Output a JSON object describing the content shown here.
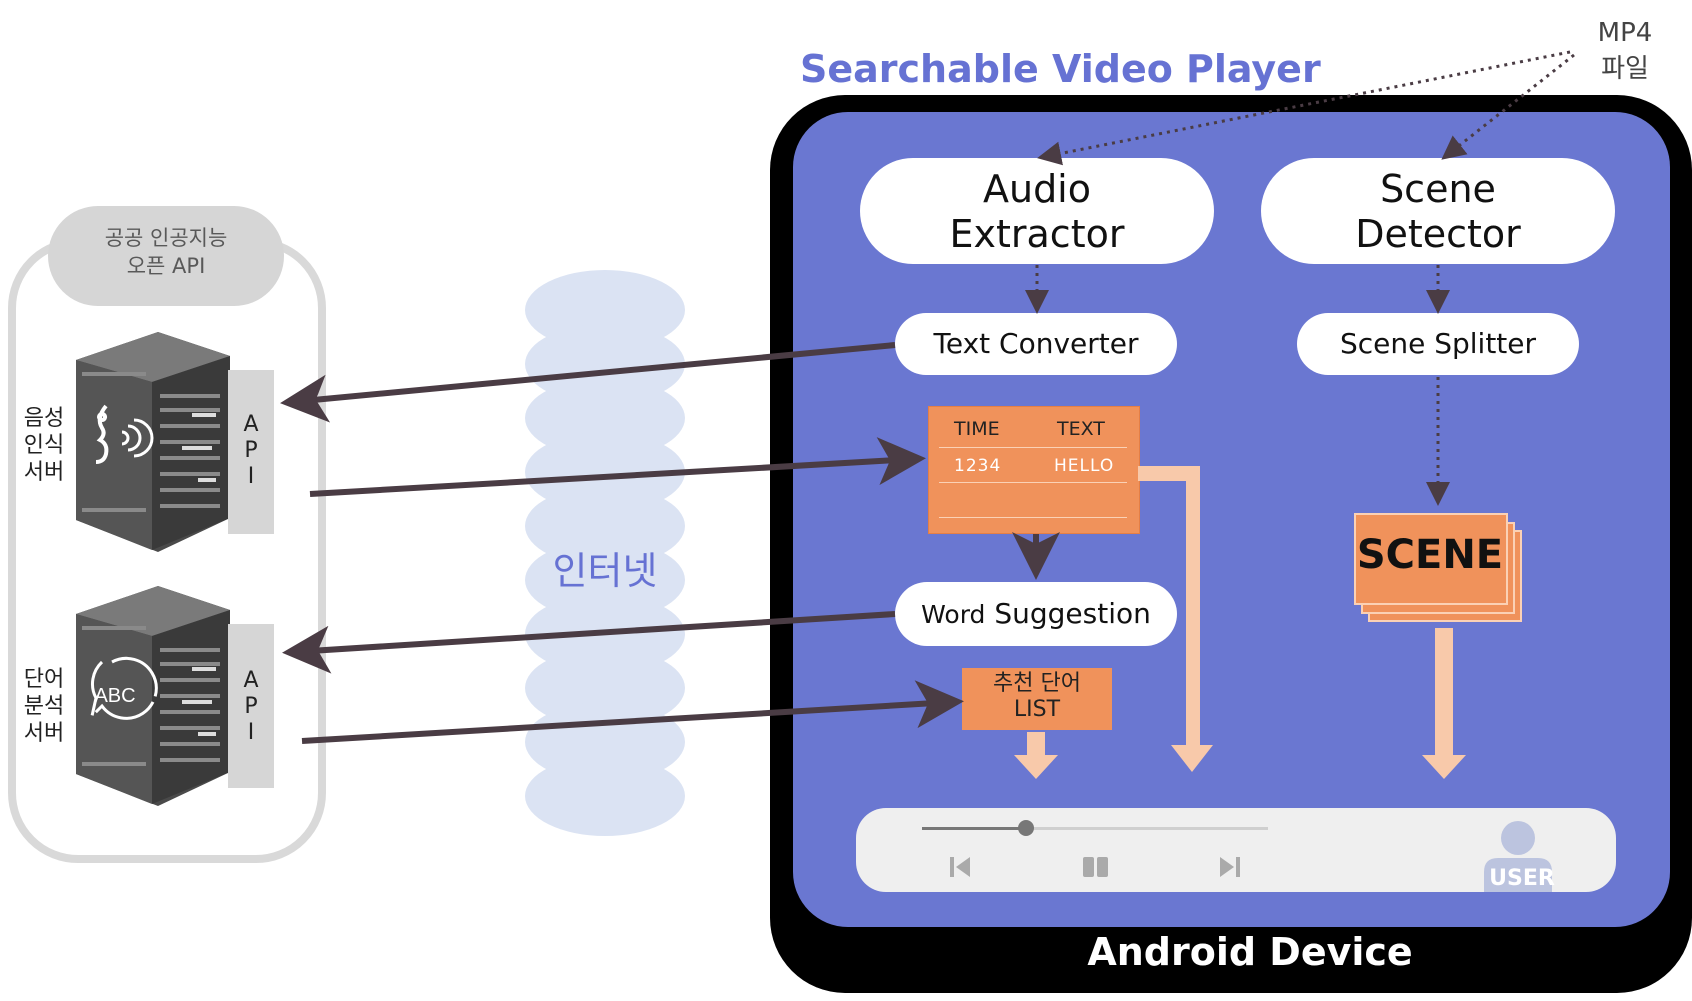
{
  "title": "Searchable Video Player",
  "input_file": "MP4\n파일",
  "device_label": "Android Device",
  "public_ai": {
    "title": "공공 인공지능\n오픈 API",
    "speech_server_label": "음성\n인식\n서버",
    "word_server_label": "단어\n분석\n서버",
    "api_label": "A\nP\nI",
    "abc_label": "ABC"
  },
  "internet_label": "인터넷",
  "modules": {
    "audio_extractor": "Audio\nExtractor",
    "scene_detector": "Scene\nDetector",
    "text_converter": "Text Converter",
    "scene_splitter": "Scene Splitter",
    "word_suggestion_prefix": "Word",
    "word_suggestion_suffix": "Suggestion"
  },
  "transcript_table": {
    "headers": [
      "TIME",
      "TEXT"
    ],
    "rows": [
      [
        "1234",
        "HELLO"
      ]
    ]
  },
  "recommended_list": "추천 단어\nLIST",
  "scene_label": "SCENE",
  "player": {
    "progress": 0.3,
    "user_label": "USER",
    "controls": [
      "previous-icon",
      "pause-icon",
      "next-icon"
    ]
  },
  "colors": {
    "device_screen": "#6a77d1",
    "title_blue": "#6672d3",
    "orange_box": "#f0925b",
    "light_orange_arrow": "#f8c9aa",
    "dark_arrow": "#4a3c44",
    "cloud": "#dbe3f3"
  }
}
